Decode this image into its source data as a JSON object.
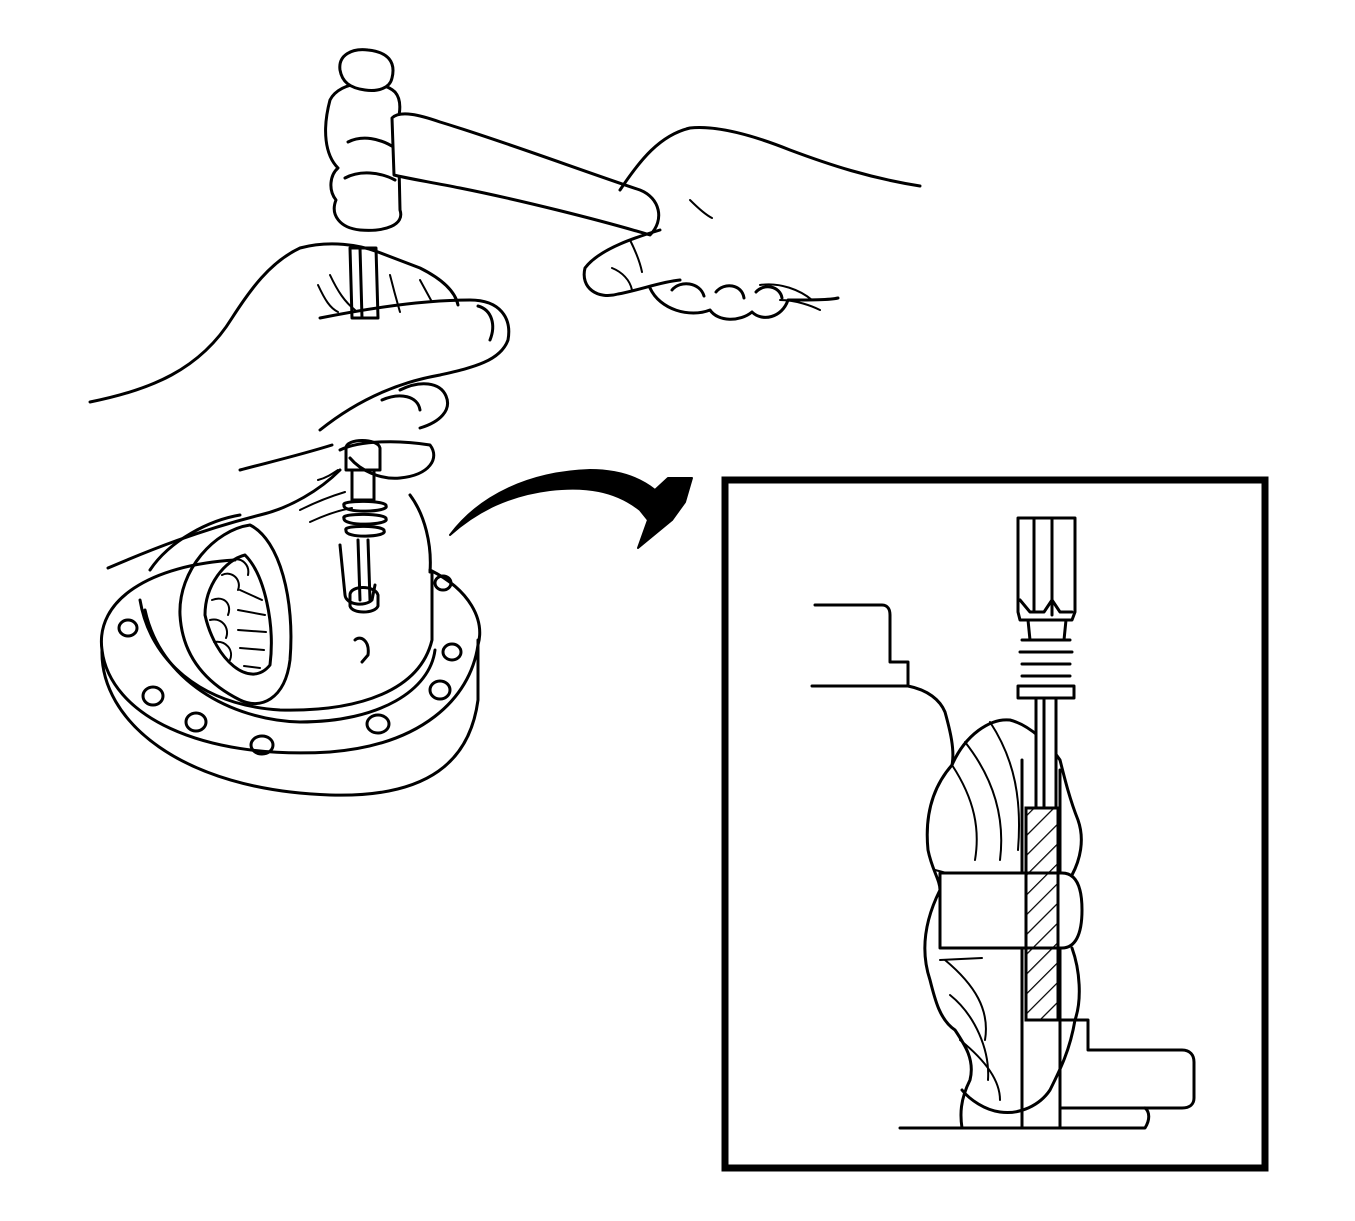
{
  "figure": {
    "main_view": "hammer-driving-punch-into-differential-case",
    "detail_view": "inset-cross-section-pinion-shaft-lock-pin",
    "arrow": "callout-arrow-to-inset",
    "colors": {
      "line": "#000000",
      "background": "#ffffff"
    },
    "icons": [
      "hammer-icon",
      "punch-icon",
      "hand-icon",
      "differential-case-icon",
      "lock-pin-icon"
    ]
  }
}
